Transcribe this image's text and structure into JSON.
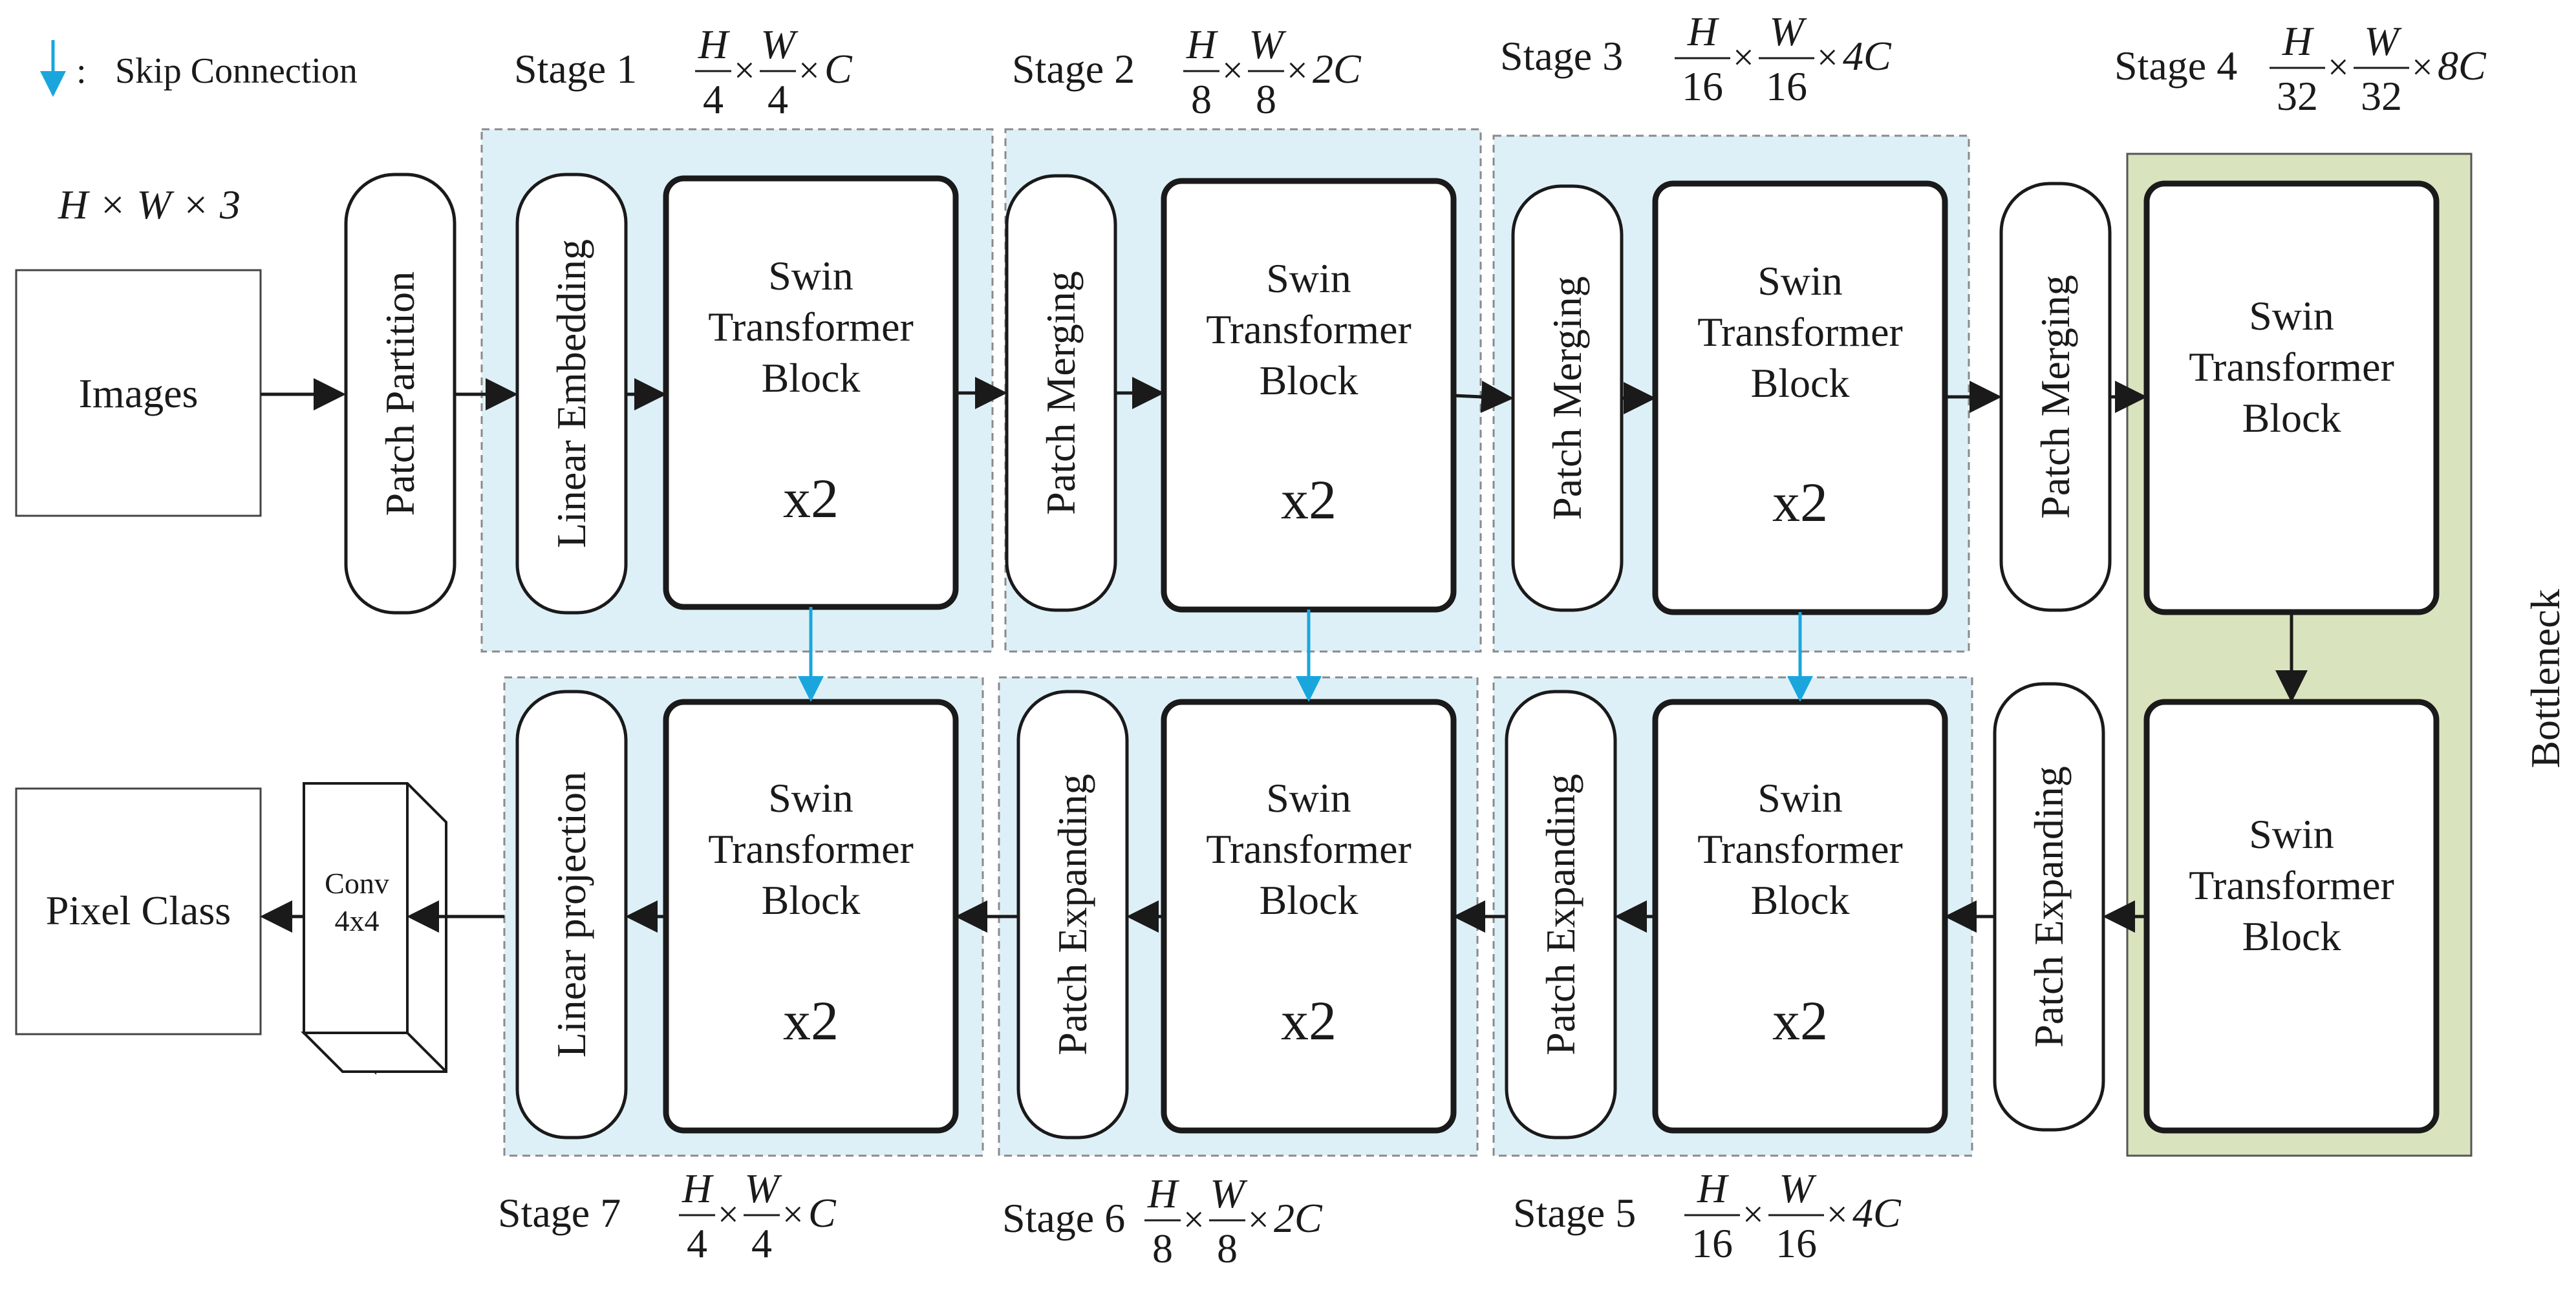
{
  "legend": {
    "marker": ":",
    "label": "Skip Connection"
  },
  "input": {
    "dims": "H × W × 3",
    "label": "Images"
  },
  "output": {
    "label": "Pixel Class"
  },
  "conv": {
    "line1": "Conv",
    "line2": "4x4"
  },
  "blocks": {
    "patch_partition": "Patch Partition",
    "linear_embedding": "Linear Embedding",
    "patch_merging": "Patch Merging",
    "patch_expanding": "Patch Expanding",
    "linear_projection": "Linear projection",
    "swin_line1": "Swin",
    "swin_line2": "Transformer",
    "swin_line3": "Block",
    "repeat": "x2"
  },
  "bottleneck": "Bottleneck",
  "stages": [
    {
      "id": "stage1",
      "label": "Stage 1",
      "h": "H",
      "hd": "4",
      "w": "W",
      "wd": "4",
      "c": "C"
    },
    {
      "id": "stage2",
      "label": "Stage 2",
      "h": "H",
      "hd": "8",
      "w": "W",
      "wd": "8",
      "c": "2C"
    },
    {
      "id": "stage3",
      "label": "Stage 3",
      "h": "H",
      "hd": "16",
      "w": "W",
      "wd": "16",
      "c": "4C"
    },
    {
      "id": "stage4",
      "label": "Stage 4",
      "h": "H",
      "hd": "32",
      "w": "W",
      "wd": "32",
      "c": "8C"
    },
    {
      "id": "stage5",
      "label": "Stage 5",
      "h": "H",
      "hd": "16",
      "w": "W",
      "wd": "16",
      "c": "4C"
    },
    {
      "id": "stage6",
      "label": "Stage 6",
      "h": "H",
      "hd": "8",
      "w": "W",
      "wd": "8",
      "c": "2C"
    },
    {
      "id": "stage7",
      "label": "Stage 7",
      "h": "H",
      "hd": "4",
      "w": "W",
      "wd": "4",
      "c": "C"
    }
  ],
  "colors": {
    "stage_fill": "#def0f7",
    "bottleneck_fill": "#d9e3be",
    "skip_arrow": "#1aa6dd",
    "stroke": "#1a1a1a"
  }
}
